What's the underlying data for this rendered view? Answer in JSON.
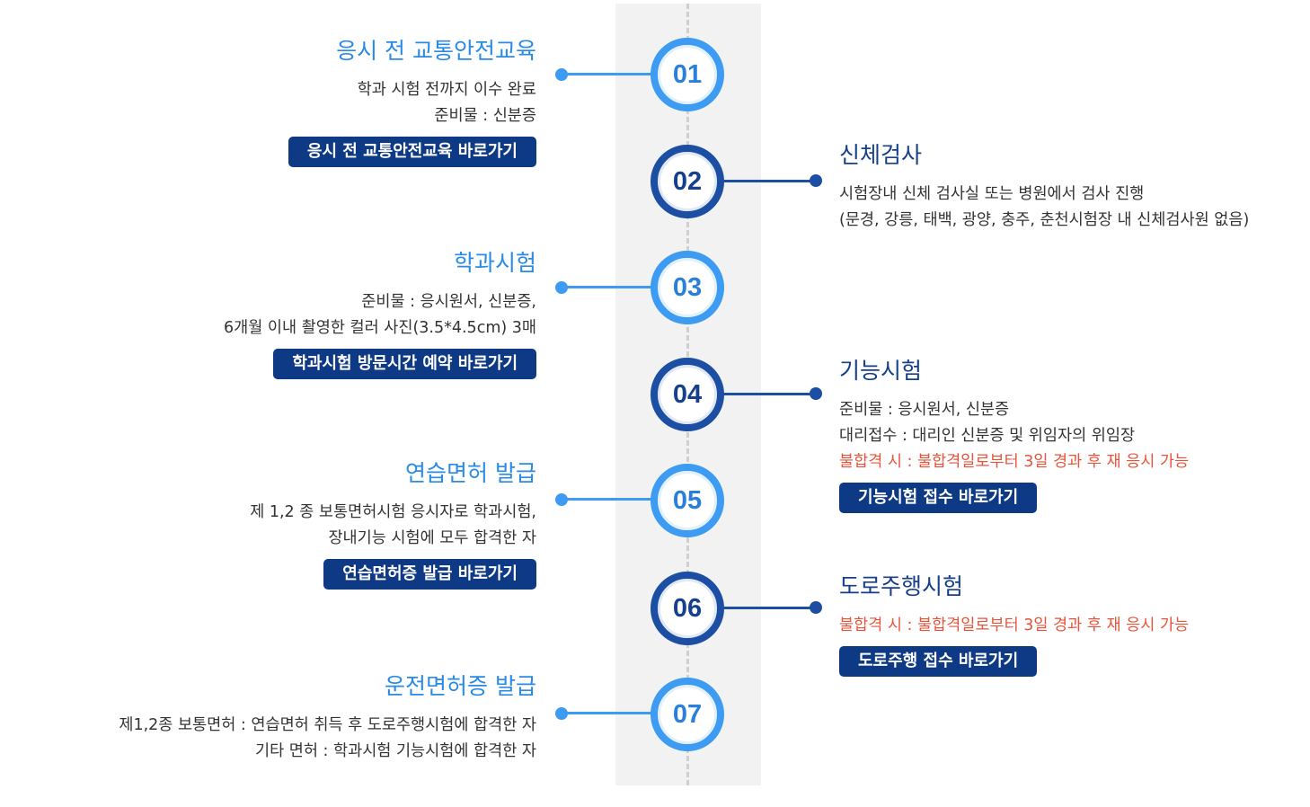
{
  "steps": [
    {
      "num": "01",
      "title": "응시 전 교통안전교육",
      "lines": [
        "학과 시험 전까지 이수 완료",
        "준비물 : 신분증"
      ],
      "warn": "",
      "button": "응시 전 교통안전교육 바로가기"
    },
    {
      "num": "02",
      "title": "신체검사",
      "lines": [
        "시험장내 신체 검사실 또는 병원에서 검사 진행",
        "(문경, 강릉, 태백, 광양, 충주, 춘천시험장 내 신체검사원 없음)"
      ],
      "warn": "",
      "button": ""
    },
    {
      "num": "03",
      "title": "학과시험",
      "lines": [
        "준비물 : 응시원서, 신분증,",
        "6개월 이내 촬영한 컬러 사진(3.5*4.5cm) 3매"
      ],
      "warn": "",
      "button": "학과시험 방문시간 예약 바로가기"
    },
    {
      "num": "04",
      "title": "기능시험",
      "lines": [
        "준비물 : 응시원서, 신분증",
        "대리접수 : 대리인 신분증 및 위임자의 위임장"
      ],
      "warn": "불합격 시 : 불합격일로부터 3일 경과 후 재 응시 가능",
      "button": "기능시험 접수 바로가기"
    },
    {
      "num": "05",
      "title": "연습면허 발급",
      "lines": [
        "제 1,2 종 보통면허시험 응시자로 학과시험,",
        "장내기능 시험에 모두 합격한 자"
      ],
      "warn": "",
      "button": "연습면허증 발급 바로가기"
    },
    {
      "num": "06",
      "title": "도로주행시험",
      "lines": [],
      "warn": "불합격 시 : 불합격일로부터 3일 경과 후 재 응시 가능",
      "button": "도로주행 접수 바로가기"
    },
    {
      "num": "07",
      "title": "운전면허증 발급",
      "lines": [
        "제1,2종 보통면허 : 연습면허 취득 후 도로주행시험에 합격한 자",
        "기타 면허 : 학과시험 기능시험에 합격한 자"
      ],
      "warn": "",
      "button": ""
    }
  ],
  "colors": {
    "light": "#3d9bf2",
    "dark": "#1c4fa3",
    "button": "#0e3a85",
    "warning": "#e8533b"
  }
}
